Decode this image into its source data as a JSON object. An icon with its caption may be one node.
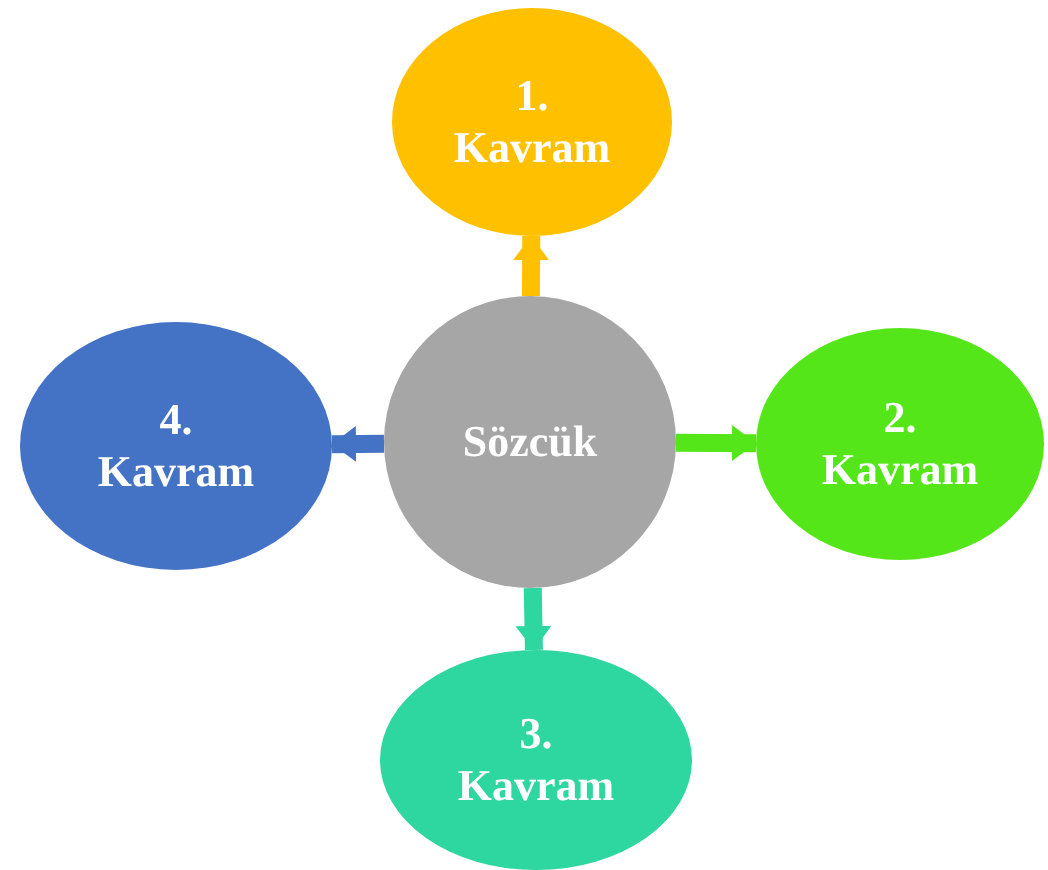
{
  "diagram": {
    "nodes": [
      {
        "text": [
          "1. Kavram"
        ]
      },
      {
        "text": [
          "4. Kavram"
        ]
      },
      {
        "text": [
          "Sözcük"
        ]
      },
      {
        "text": [
          "2. Kavram"
        ]
      },
      {
        "text": [
          "3. Kavram"
        ]
      }
    ],
    "edges": [
      {
        "from": 2,
        "to": 0,
        "arrow": "to",
        "color": "#ffc000"
      },
      {
        "from": 2,
        "to": 3,
        "arrow": "to",
        "color": "#55e619"
      },
      {
        "from": 2,
        "to": 4,
        "arrow": "to",
        "color": "#2ed6a0"
      },
      {
        "from": 2,
        "to": 1,
        "arrow": "to",
        "color": "#4472c4"
      }
    ]
  }
}
